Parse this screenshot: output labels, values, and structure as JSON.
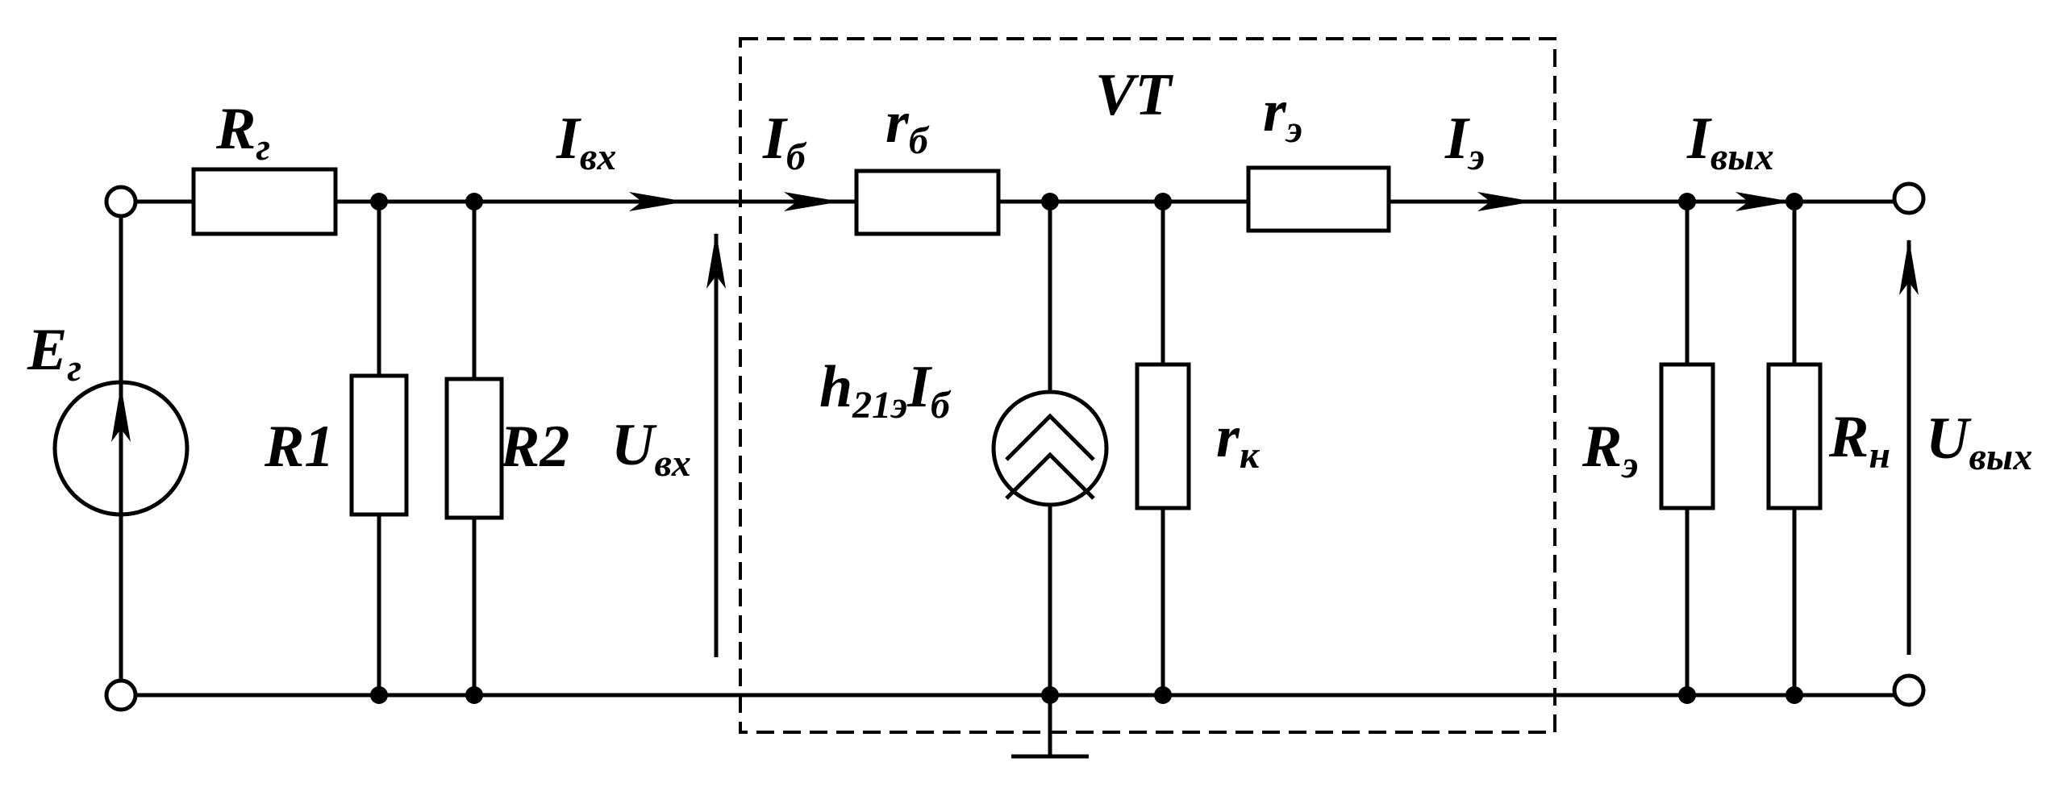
{
  "labels": {
    "rg": {
      "main": "R",
      "sub": "г"
    },
    "iin": {
      "main": "I",
      "sub": "вх"
    },
    "ib": {
      "main": "I",
      "sub": "б"
    },
    "rb": {
      "main": "r",
      "sub": "б"
    },
    "vt": {
      "main": "VT"
    },
    "re": {
      "main": "r",
      "sub": "э"
    },
    "ie": {
      "main": "I",
      "sub": "э"
    },
    "iout": {
      "main": "I",
      "sub": "вых"
    },
    "eg": {
      "main": "E",
      "sub": "г"
    },
    "r1": {
      "main": "R1"
    },
    "r2": {
      "main": "R2"
    },
    "uin": {
      "main": "U",
      "sub": "вх"
    },
    "h21": {
      "main": "h",
      "sub": "21э",
      "main2": "I",
      "sub2": "б"
    },
    "rk": {
      "main": "r",
      "sub": "к"
    },
    "rem": {
      "main": "R",
      "sub": "э"
    },
    "rn": {
      "main": "R",
      "sub": "н"
    },
    "uout": {
      "main": "U",
      "sub": "вых"
    }
  }
}
